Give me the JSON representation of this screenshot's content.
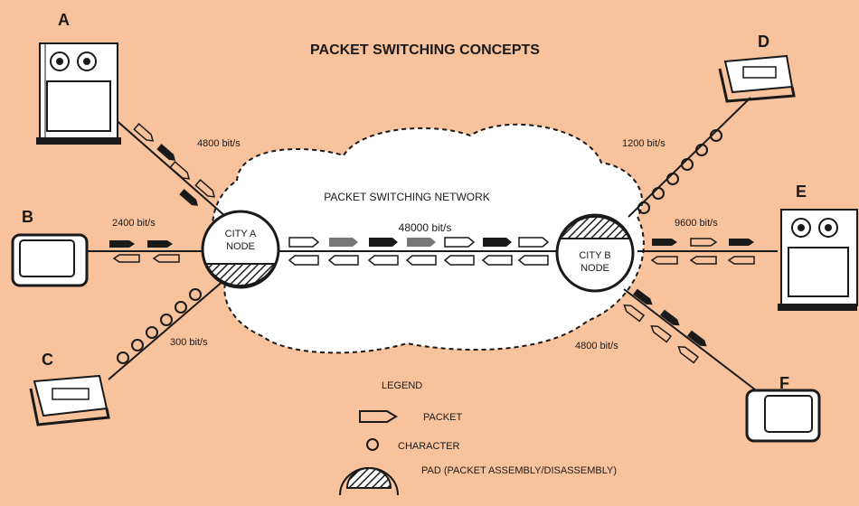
{
  "title": "PACKET SWITCHING CONCEPTS",
  "network_label": "PACKET SWITCHING NETWORK",
  "trunk_speed": "48000 bit/s",
  "nodes": {
    "a": [
      "CITY A",
      "NODE"
    ],
    "b": [
      "CITY B",
      "NODE"
    ]
  },
  "terminals": {
    "A": {
      "letter": "A",
      "speed": "4800 bit/s"
    },
    "B": {
      "letter": "B",
      "speed": "2400 bit/s"
    },
    "C": {
      "letter": "C",
      "speed": "300 bit/s"
    },
    "D": {
      "letter": "D",
      "speed": "1200 bit/s"
    },
    "E": {
      "letter": "E",
      "speed": "9600 bit/s"
    },
    "F": {
      "letter": "F",
      "speed": "4800 bit/s"
    }
  },
  "legend": {
    "heading": "LEGEND",
    "packet": "PACKET",
    "character": "CHARACTER",
    "pad": "PAD (PACKET ASSEMBLY/DISASSEMBLY)"
  },
  "colors": {
    "background": "#f8c29c",
    "ink": "#1a1a1a",
    "cloud": "#ffffff"
  }
}
